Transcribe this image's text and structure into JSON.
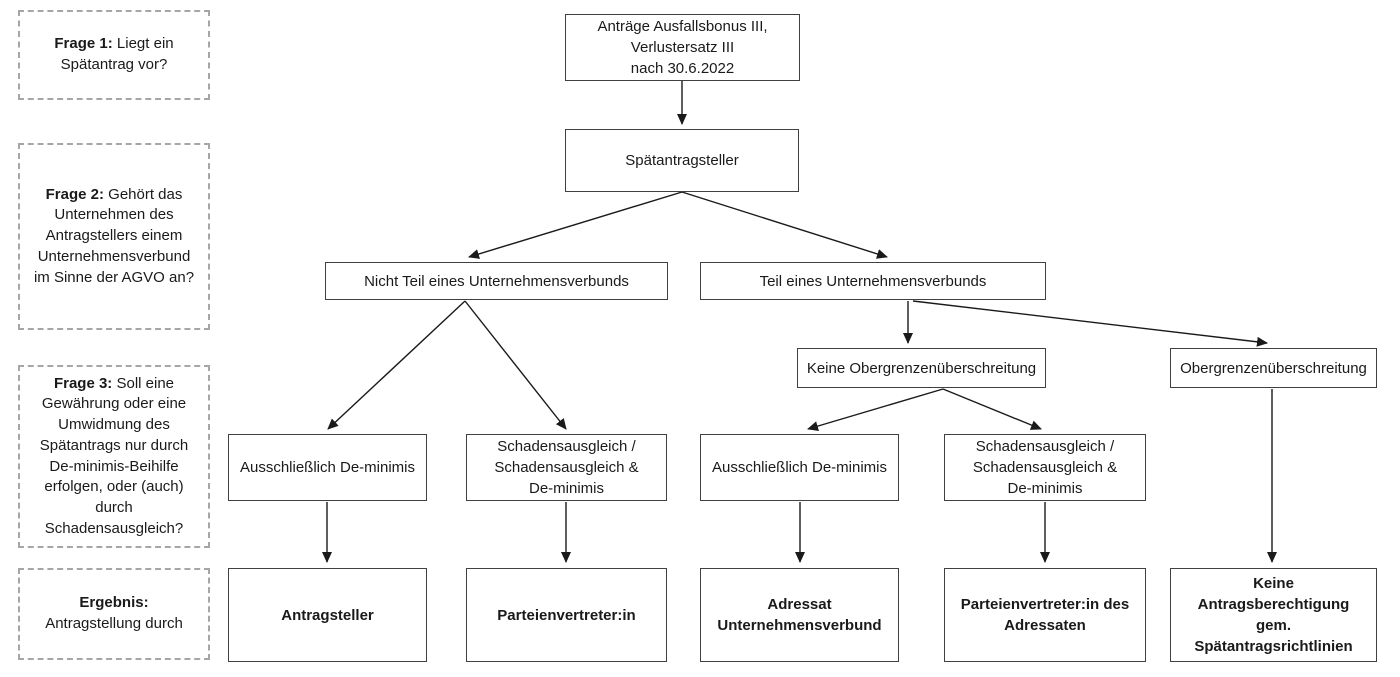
{
  "colors": {
    "box-border": "#404040",
    "dashed-border": "#a6a6a6",
    "text": "#1a1a1a",
    "arrow": "#1a1a1a",
    "background": "#ffffff"
  },
  "sidebar": {
    "items": [
      {
        "prefix": "Frage 1:",
        "text": "Liegt ein Spätantrag vor?"
      },
      {
        "prefix": "Frage 2:",
        "text": "Gehört das Unternehmen des Antragstellers einem Unternehmensverbund im Sinne der AGVO an?"
      },
      {
        "prefix": "Frage 3:",
        "text": "Soll eine Gewährung oder eine Umwidmung des Spätantrags nur durch De-minimis-Beihilfe erfolgen, oder (auch) durch Schadensausgleich?"
      },
      {
        "prefix": "Ergebnis:",
        "text": "Antragstellung durch"
      }
    ]
  },
  "nodes": {
    "root": {
      "label": [
        "Anträge Ausfallsbonus III,",
        "Verlustersatz III",
        "nach 30.6.2022"
      ]
    },
    "spaetantragsteller": {
      "label": [
        "Spätantragsteller"
      ]
    },
    "nicht_teil_verbund": {
      "label": [
        "Nicht Teil eines Unternehmensverbunds"
      ]
    },
    "teil_verbund": {
      "label": [
        "Teil eines Unternehmensverbunds"
      ]
    },
    "keine_obergrenze": {
      "label": [
        "Keine Obergrenzenüberschreitung"
      ]
    },
    "obergrenze": {
      "label": [
        "Obergrenzenüberschreitung"
      ]
    },
    "ausschliesslich_de_minimis_links": {
      "label": [
        "Ausschließlich De-minimis"
      ]
    },
    "schadensausgleich_links": {
      "label": [
        "Schadensausgleich /",
        "Schadensausgleich &",
        "De-minimis"
      ]
    },
    "ausschliesslich_de_minimis_rechts": {
      "label": [
        "Ausschließlich De-minimis"
      ]
    },
    "schadensausgleich_rechts": {
      "label": [
        "Schadensausgleich /",
        "Schadensausgleich &",
        "De-minimis"
      ]
    },
    "ergebnis_antragsteller": {
      "label": [
        "Antragsteller"
      ]
    },
    "ergebnis_parteienvertreter": {
      "label": [
        "Parteienvertreter:in"
      ]
    },
    "ergebnis_adressat": {
      "label": [
        "Adressat",
        "Unternehmensverbund"
      ]
    },
    "ergebnis_parteienvertreter_adressat": {
      "label": [
        "Parteienvertreter:in des",
        "Adressaten"
      ]
    },
    "ergebnis_keine_berechtigung": {
      "label": [
        "Keine Antragsberechtigung",
        "gem. Spätantragsrichtlinien"
      ]
    }
  },
  "edges": [
    {
      "from": "root",
      "to": "spaetantragsteller"
    },
    {
      "from": "spaetantragsteller",
      "to": "nicht_teil_verbund"
    },
    {
      "from": "spaetantragsteller",
      "to": "teil_verbund"
    },
    {
      "from": "nicht_teil_verbund",
      "to": "ausschliesslich_de_minimis_links"
    },
    {
      "from": "nicht_teil_verbund",
      "to": "schadensausgleich_links"
    },
    {
      "from": "teil_verbund",
      "to": "keine_obergrenze"
    },
    {
      "from": "teil_verbund",
      "to": "obergrenze"
    },
    {
      "from": "keine_obergrenze",
      "to": "ausschliesslich_de_minimis_rechts"
    },
    {
      "from": "keine_obergrenze",
      "to": "schadensausgleich_rechts"
    },
    {
      "from": "ausschliesslich_de_minimis_links",
      "to": "ergebnis_antragsteller"
    },
    {
      "from": "schadensausgleich_links",
      "to": "ergebnis_parteienvertreter"
    },
    {
      "from": "ausschliesslich_de_minimis_rechts",
      "to": "ergebnis_adressat"
    },
    {
      "from": "schadensausgleich_rechts",
      "to": "ergebnis_parteienvertreter_adressat"
    },
    {
      "from": "obergrenze",
      "to": "ergebnis_keine_berechtigung"
    }
  ]
}
